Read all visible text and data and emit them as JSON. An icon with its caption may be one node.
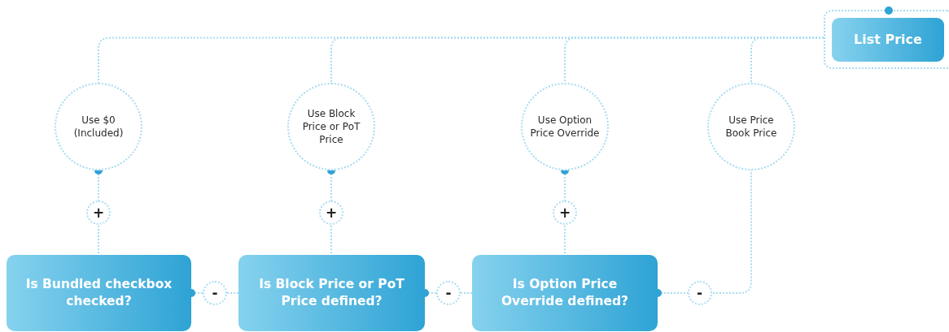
{
  "diagram": {
    "nodes": [
      {
        "text": [
          "List Price"
        ]
      },
      {
        "text": [
          "Use $0 (Included)"
        ]
      },
      {
        "text": [
          "Use Block Price or PoT Price"
        ]
      },
      {
        "text": [
          "Use Option Price Override"
        ]
      },
      {
        "text": [
          "Use Price Book Price"
        ]
      },
      {
        "text": [
          "Is Bundled checkbox checked?"
        ]
      },
      {
        "text": [
          "Is Block Price or PoT Price defined?"
        ]
      },
      {
        "text": [
          "Is Option Price Override defined?"
        ]
      }
    ],
    "edges": [
      {
        "from": 0,
        "to": 1,
        "arrow": "none"
      },
      {
        "from": 0,
        "to": 2,
        "arrow": "none"
      },
      {
        "from": 0,
        "to": 3,
        "arrow": "none"
      },
      {
        "from": 0,
        "to": 4,
        "arrow": "none"
      },
      {
        "from": 1,
        "to": 5,
        "arrow": "other",
        "label": "+"
      },
      {
        "from": 2,
        "to": 6,
        "arrow": "other",
        "label": "+"
      },
      {
        "from": 3,
        "to": 7,
        "arrow": "other",
        "label": "+"
      },
      {
        "from": 5,
        "to": 6,
        "arrow": "other",
        "label": "-"
      },
      {
        "from": 6,
        "to": 7,
        "arrow": "other",
        "label": "-"
      },
      {
        "from": 7,
        "to": 4,
        "arrow": "other",
        "label": "-"
      }
    ]
  }
}
